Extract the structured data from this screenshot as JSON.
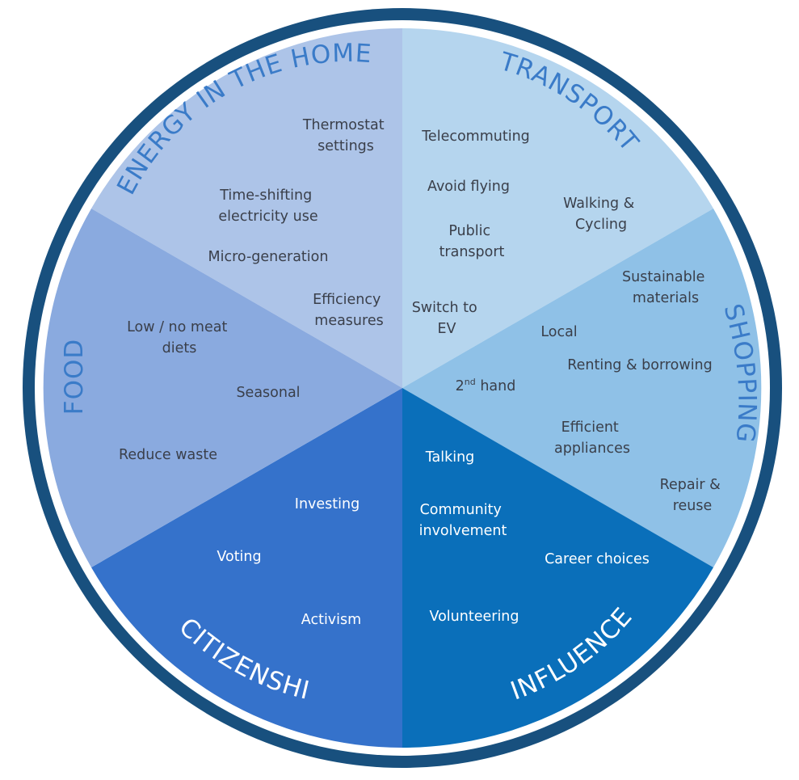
{
  "colors": {
    "ring": "#18507e",
    "energy": "#adc4e8",
    "transport": "#b5d5ee",
    "shopping": "#8fc1e7",
    "influence": "#0a6fba",
    "citizenship": "#3572cb",
    "food": "#8aaadf"
  },
  "categories": {
    "energy": "ENERGY IN THE HOME",
    "transport": "TRANSPORT",
    "shopping": "SHOPPING",
    "influence": "INFLUENCE",
    "citizenship": "CITIZENSHIP",
    "food": "FOOD"
  },
  "energy": {
    "thermostat_1": "Thermostat",
    "thermostat_2": "settings",
    "timeshift_1": "Time-shifting",
    "timeshift_2": "electricity use",
    "microgen": "Micro-generation",
    "efficiency_1": "Efficiency",
    "efficiency_2": "measures"
  },
  "transport": {
    "telecommuting": "Telecommuting",
    "avoid_flying": "Avoid flying",
    "walking_1": "Walking &",
    "walking_2": "Cycling",
    "public_1": "Public",
    "public_2": "transport",
    "switch_1": "Switch to",
    "switch_2": "EV"
  },
  "shopping": {
    "sustainable_1": "Sustainable",
    "sustainable_2": "materials",
    "local": "Local",
    "renting": "Renting & borrowing",
    "second_hand_num": "2",
    "second_hand_sup": "nd",
    "second_hand_rest": " hand",
    "efficient_1": "Efficient",
    "efficient_2": "appliances",
    "repair_1": "Repair &",
    "repair_2": "reuse"
  },
  "influence": {
    "talking": "Talking",
    "community_1": "Community",
    "community_2": "involvement",
    "career": "Career choices",
    "volunteering": "Volunteering"
  },
  "citizenship": {
    "investing": "Investing",
    "voting": "Voting",
    "activism": "Activism"
  },
  "food": {
    "lowmeat_1": "Low / no meat",
    "lowmeat_2": "diets",
    "seasonal": "Seasonal",
    "reduce_waste": "Reduce waste"
  }
}
